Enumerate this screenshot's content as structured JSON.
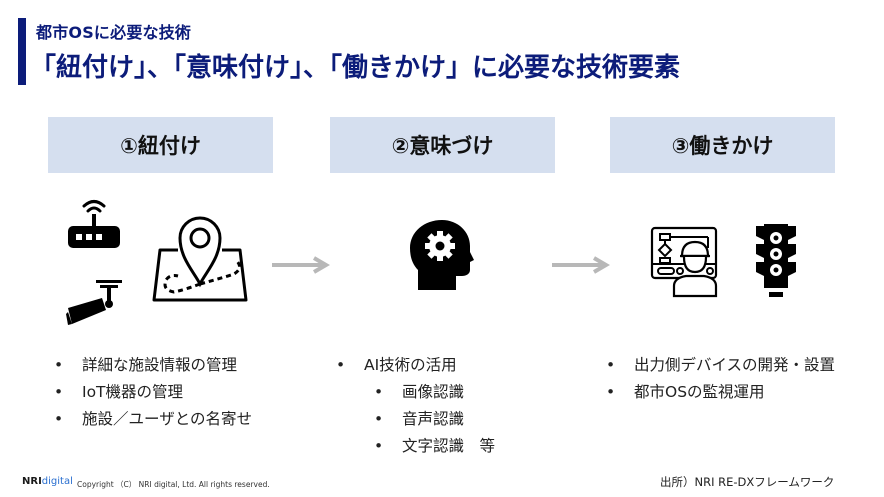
{
  "header": {
    "subtitle": "都市OSに必要な技術",
    "title": "「紐付け」、「意味付け」、「働きかけ」に必要な技術要素",
    "accent_color": "#0c1c7a"
  },
  "steps": [
    {
      "label": "①紐付け",
      "icons": [
        "wifi-router-icon",
        "security-camera-icon",
        "map-pin-route-icon"
      ],
      "items": [
        {
          "text": "詳細な施設情報の管理",
          "level": 1
        },
        {
          "text": "IoT機器の管理",
          "level": 1
        },
        {
          "text": "施設／ユーザとの名寄せ",
          "level": 1
        }
      ]
    },
    {
      "label": "②意味づけ",
      "icons": [
        "head-gear-icon"
      ],
      "items": [
        {
          "text": "AI技術の活用",
          "level": 1
        },
        {
          "text": "画像認識",
          "level": 2
        },
        {
          "text": "音声認識",
          "level": 2
        },
        {
          "text": "文字認識　等",
          "level": 2
        }
      ]
    },
    {
      "label": "③働きかけ",
      "icons": [
        "worker-monitor-icon",
        "traffic-light-icon"
      ],
      "items": [
        {
          "text": "出力側デバイスの開発・設置",
          "level": 1
        },
        {
          "text": "都市OSの監視運用",
          "level": 1
        }
      ]
    }
  ],
  "bullet": "•",
  "box_color": "#d5dfef",
  "arrow_color": "#b8b8b8",
  "footer": {
    "logo_nri": "NRI",
    "logo_digital": "digital",
    "copyright": "Copyright （C） NRI digital, Ltd. All rights reserved.",
    "source": "出所）NRI RE-DXフレームワーク"
  }
}
